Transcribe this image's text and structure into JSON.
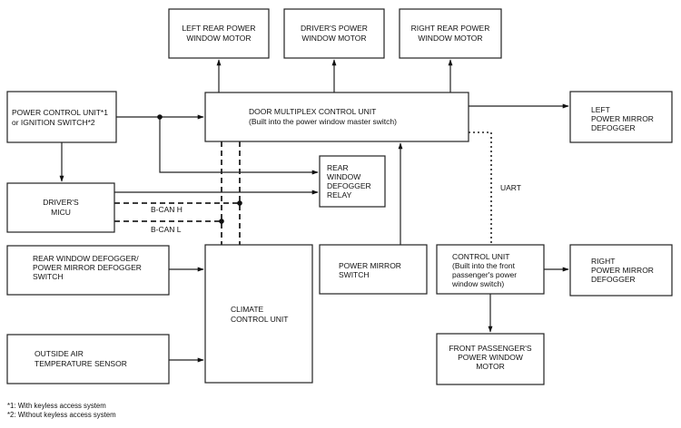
{
  "components": {
    "left_rear_motor": [
      "LEFT REAR POWER",
      "WINDOW MOTOR"
    ],
    "drivers_motor": [
      "DRIVER'S POWER",
      "WINDOW MOTOR"
    ],
    "right_rear_motor": [
      "RIGHT REAR POWER",
      "WINDOW MOTOR"
    ],
    "power_control_unit": [
      "POWER CONTROL UNIT*1",
      "or IGNITION SWITCH*2"
    ],
    "door_multiplex": [
      "DOOR MULTIPLEX CONTROL UNIT",
      "(Built into the power window master switch)"
    ],
    "left_mirror_defogger": [
      "LEFT",
      "POWER MIRROR",
      "DEFOGGER"
    ],
    "rear_window_relay": [
      "REAR",
      "WINDOW",
      "DEFOGGER",
      "RELAY"
    ],
    "drivers_micu": [
      "DRIVER'S",
      "MICU"
    ],
    "defogger_switch": [
      "REAR WINDOW DEFOGGER/",
      "POWER MIRROR DEFOGGER",
      "SWITCH"
    ],
    "climate_control": [
      "CLIMATE",
      "CONTROL UNIT"
    ],
    "power_mirror_switch": [
      "POWER MIRROR",
      "SWITCH"
    ],
    "front_control_unit": [
      "CONTROL UNIT",
      "(Built into the front",
      "passenger's power",
      "window switch)"
    ],
    "right_mirror_defogger": [
      "RIGHT",
      "POWER MIRROR",
      "DEFOGGER"
    ],
    "outside_air_sensor": [
      "OUTSIDE AIR",
      "TEMPERATURE SENSOR"
    ],
    "front_passenger_motor": [
      "FRONT PASSENGER'S",
      "POWER WINDOW",
      "MOTOR"
    ]
  },
  "bus_labels": {
    "bcan_h": "B-CAN H",
    "bcan_l": "B-CAN L",
    "uart": "UART"
  },
  "footnotes": [
    "*1: With keyless access system",
    "*2: Without keyless access system"
  ]
}
